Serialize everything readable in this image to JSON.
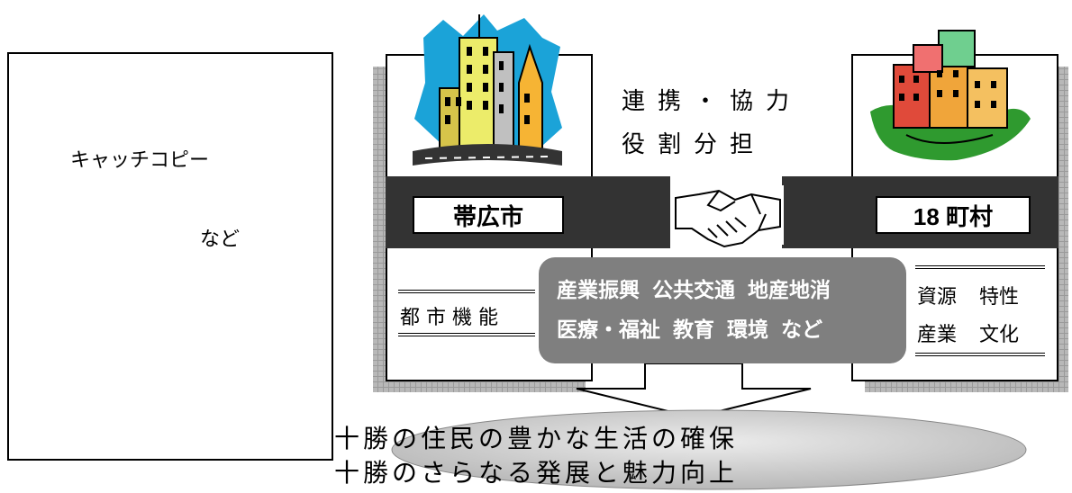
{
  "copy_panel": {
    "catchcopy": "キャッチコピー",
    "etc": "など"
  },
  "center_top": {
    "line1": "連携・協力",
    "line2": "役割分担"
  },
  "left_entity": {
    "name": "帯広市",
    "function": "都市機能"
  },
  "right_entity": {
    "name": "18 町村",
    "line1": "資源 特性",
    "line2": "産業 文化"
  },
  "fields": {
    "line1": "産業振興 公共交通 地産地消",
    "line2": "医療・福祉 教育 環境 など"
  },
  "goal": {
    "line1": "十勝の住民の豊かな生活の確保",
    "line2": "十勝のさらなる発展と魅力向上"
  },
  "icons": {
    "city": "city-buildings-icon",
    "town": "town-buildings-icon",
    "handshake": "handshake-icon"
  },
  "colors": {
    "band": "#333333",
    "field_box": "#7f7f7f",
    "goal_ellipse": "#c8c8c8"
  }
}
